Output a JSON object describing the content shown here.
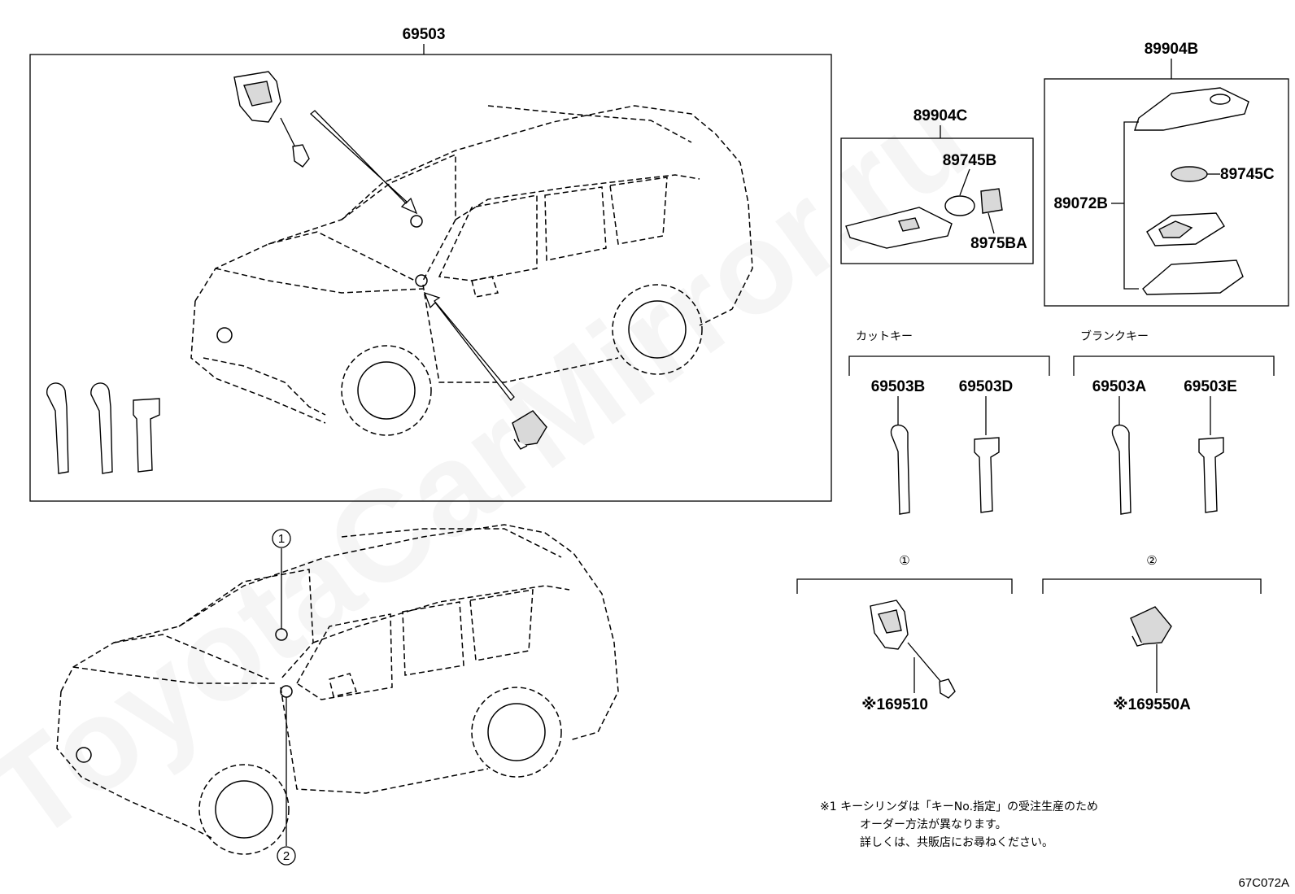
{
  "parts": {
    "main_assembly": "69503",
    "card_key_set": "89904C",
    "card_battery": "89745B",
    "card_part": "8975BA",
    "smart_key_set": "89904B",
    "smart_key_case": "89072B",
    "smart_key_battery": "89745C",
    "cut_key_1": "69503B",
    "cut_key_2": "69503D",
    "blank_key_1": "69503A",
    "blank_key_2": "69503E",
    "door_cylinder": "※169510",
    "ignition_cylinder": "※169550A"
  },
  "groups": {
    "cut_key": "カットキー",
    "blank_key": "ブランクキー"
  },
  "markers": {
    "one": "①",
    "two": "②"
  },
  "note": {
    "line1": "※1  キーシリンダは「キーNo.指定」の受注生産のため",
    "line2": "オーダー方法が異なります。",
    "line3": "詳しくは、共販店にお尋ねください。"
  },
  "drawing_code": "67C072A",
  "watermark": "ToyotaCarMirror.ru"
}
